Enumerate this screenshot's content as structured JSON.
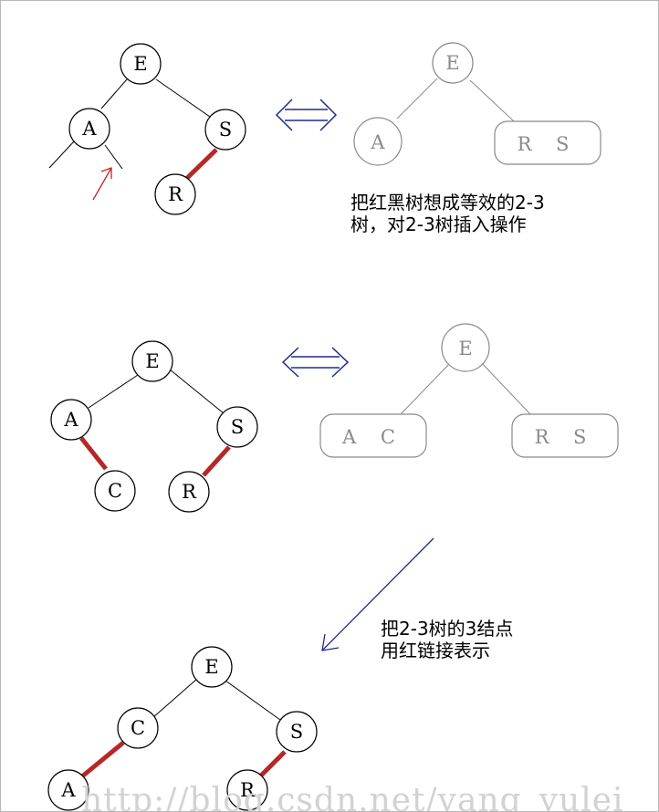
{
  "diagram1": {
    "red_black": {
      "nodes": [
        "E",
        "A",
        "S",
        "R"
      ]
    },
    "two_three": {
      "nodes": [
        "E",
        "A",
        "R S"
      ]
    },
    "note": "把红黑树想成等效的2-3\n树，对2-3树插入操作"
  },
  "diagram2": {
    "red_black": {
      "nodes": [
        "E",
        "A",
        "S",
        "C",
        "R"
      ]
    },
    "two_three": {
      "nodes": [
        "E",
        "A C",
        "R S"
      ]
    }
  },
  "diagram3": {
    "note": "把2-3树的3结点\n用红链接表示",
    "red_black": {
      "nodes": [
        "E",
        "C",
        "S",
        "A",
        "R"
      ]
    }
  },
  "watermark": "http://blog.csdn.net/yang_yulei",
  "colors": {
    "red_link": "#b52828",
    "black_link": "#000000",
    "grey_tree": "#8a8a8a",
    "double_arrow": "#1c2d8c",
    "insert_arrow": "#cc2020"
  }
}
